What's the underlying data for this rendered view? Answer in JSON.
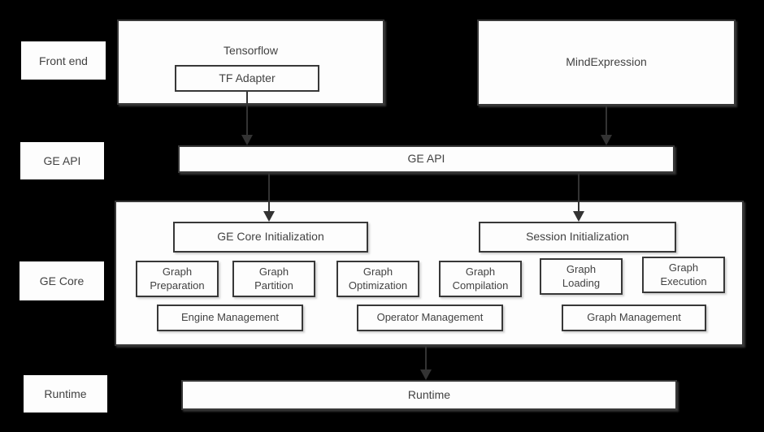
{
  "row_labels": {
    "front_end": "Front end",
    "ge_api": "GE API",
    "ge_core": "GE Core",
    "runtime": "Runtime"
  },
  "front_end": {
    "tensorflow_title": "Tensorflow",
    "tf_adapter": "TF Adapter",
    "mind_expression": "MindExpression"
  },
  "ge_api_bar": "GE API",
  "ge_core": {
    "ge_core_initialization": "GE Core Initialization",
    "session_initialization": "Session Initialization",
    "stages": [
      "Graph Preparation",
      "Graph Partition",
      "Graph Optimization",
      "Graph Compilation",
      "Graph Loading",
      "Graph Execution"
    ],
    "management": [
      "Engine Management",
      "Operator Management",
      "Graph Management"
    ]
  },
  "runtime_bar": "Runtime",
  "colors": {
    "background": "#000000",
    "box_fill": "#fdfdfd",
    "box_border": "#383838",
    "text": "#424242",
    "arrow": "#333333"
  }
}
